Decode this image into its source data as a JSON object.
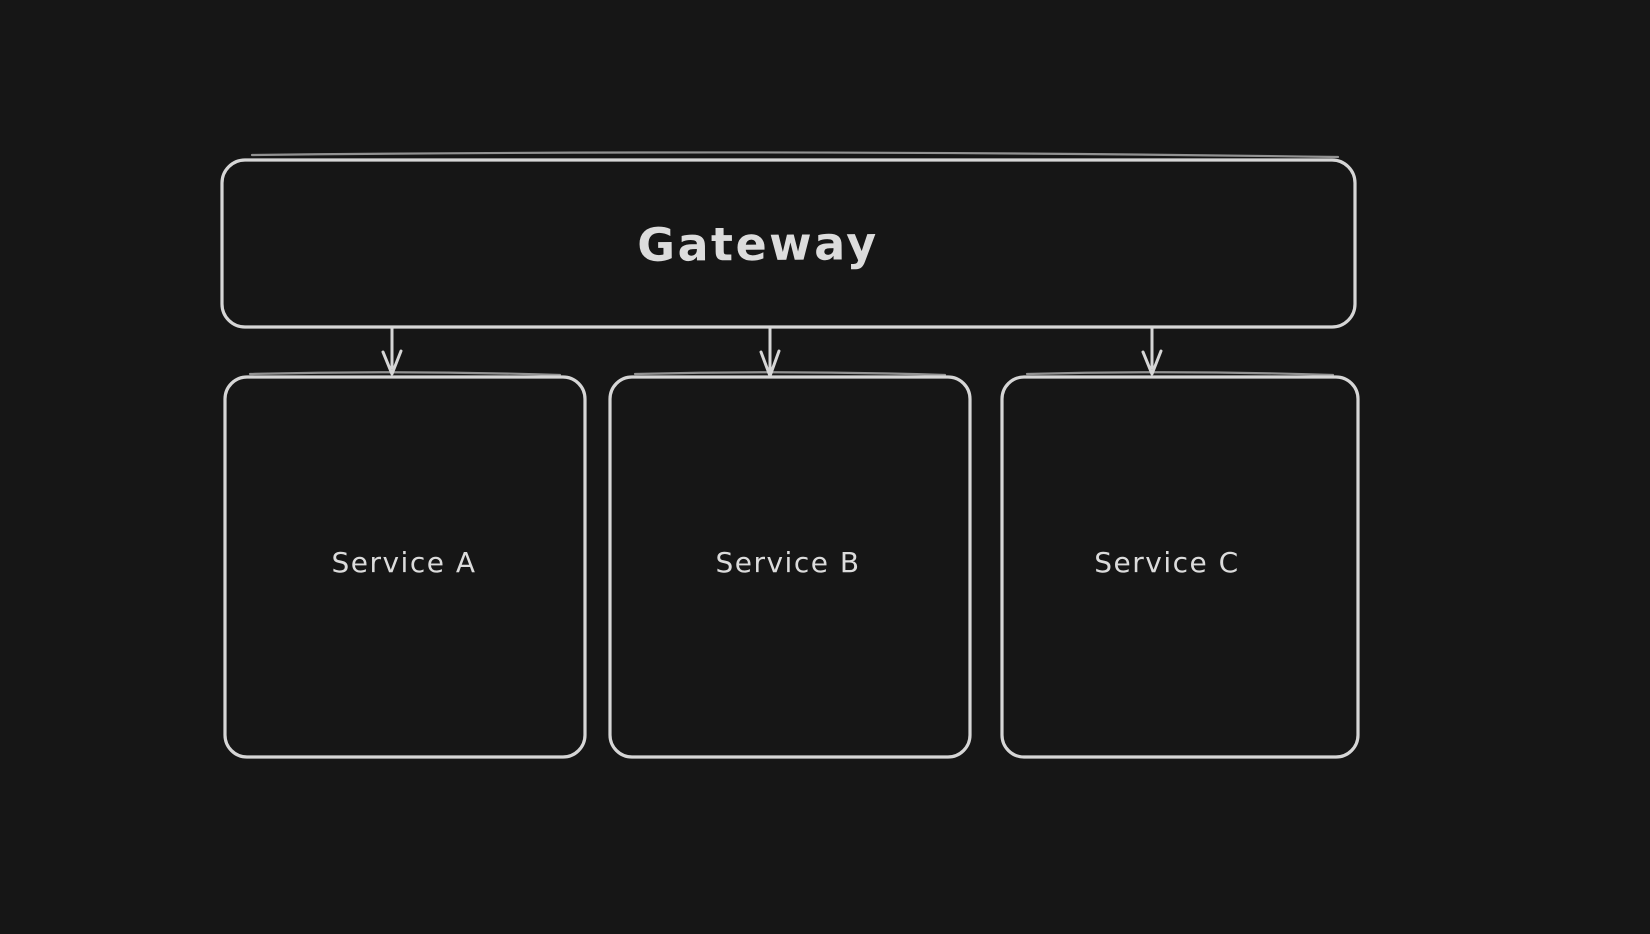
{
  "diagram": {
    "type": "flow-diagram",
    "style": "hand-drawn-dark",
    "colors": {
      "background": "#161616",
      "stroke": "#d6d6d6",
      "text": "#dcdcdc"
    },
    "nodes": [
      {
        "id": "gateway",
        "label": "Gateway",
        "role": "top-level"
      },
      {
        "id": "service-a",
        "label": "Service A",
        "role": "child"
      },
      {
        "id": "service-b",
        "label": "Service B",
        "role": "child"
      },
      {
        "id": "service-c",
        "label": "Service C",
        "role": "child"
      }
    ],
    "edges": [
      {
        "from": "gateway",
        "to": "service-a",
        "direction": "down"
      },
      {
        "from": "gateway",
        "to": "service-b",
        "direction": "down"
      },
      {
        "from": "gateway",
        "to": "service-c",
        "direction": "down"
      }
    ]
  }
}
